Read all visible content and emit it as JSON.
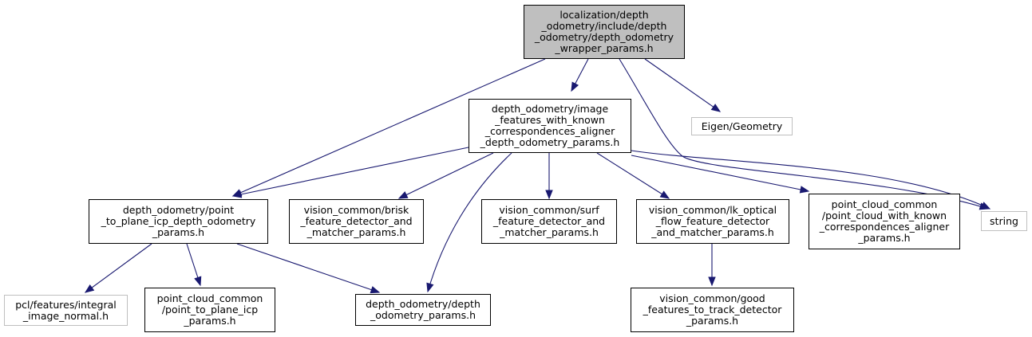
{
  "colors": {
    "edge": "#191970",
    "root_fill": "#bfbfbf",
    "node_border": "#000000",
    "external_border": "#bfbfbf"
  },
  "nodes": {
    "root": {
      "lines": [
        "localization/depth",
        "_odometry/include/depth",
        "_odometry/depth_odometry",
        "_wrapper_params.h"
      ]
    },
    "image_features": {
      "lines": [
        "depth_odometry/image",
        "_features_with_known",
        "_correspondences_aligner",
        "_depth_odometry_params.h"
      ]
    },
    "eigen": {
      "lines": [
        "Eigen/Geometry"
      ]
    },
    "p2p_icp": {
      "lines": [
        "depth_odometry/point",
        "_to_plane_icp_depth_odometry",
        "_params.h"
      ]
    },
    "brisk": {
      "lines": [
        "vision_common/brisk",
        "_feature_detector_and",
        "_matcher_params.h"
      ]
    },
    "surf": {
      "lines": [
        "vision_common/surf",
        "_feature_detector_and",
        "_matcher_params.h"
      ]
    },
    "lk": {
      "lines": [
        "vision_common/lk_optical",
        "_flow_feature_detector",
        "_and_matcher_params.h"
      ]
    },
    "pc_known": {
      "lines": [
        "point_cloud_common",
        "/point_cloud_with_known",
        "_correspondences_aligner",
        "_params.h"
      ]
    },
    "string": {
      "lines": [
        "string"
      ]
    },
    "pcl": {
      "lines": [
        "pcl/features/integral",
        "_image_normal.h"
      ]
    },
    "pcc_icp": {
      "lines": [
        "point_cloud_common",
        "/point_to_plane_icp",
        "_params.h"
      ]
    },
    "depth_params": {
      "lines": [
        "depth_odometry/depth",
        "_odometry_params.h"
      ]
    },
    "good_features": {
      "lines": [
        "vision_common/good",
        "_features_to_track_detector",
        "_params.h"
      ]
    }
  }
}
